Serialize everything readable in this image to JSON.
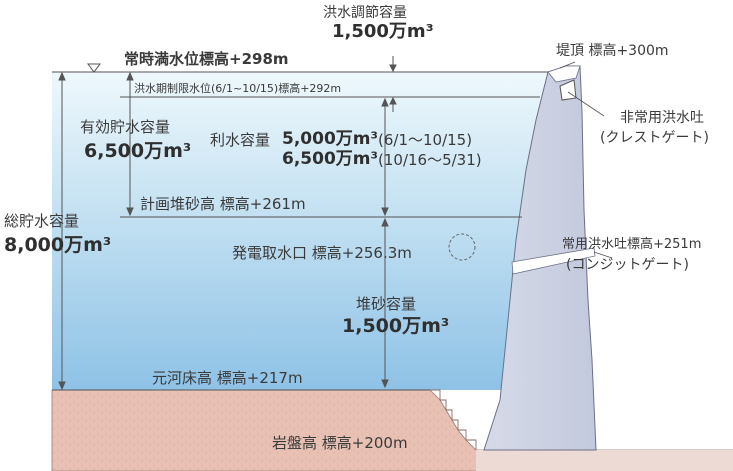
{
  "labels": {
    "flood_control_title": "洪水調節容量",
    "flood_control_value": "1,500万m³",
    "normal_water_level": "常時満水位標高+298m",
    "flood_season_limit_level": "洪水期制限水位(6/1~10/15)標高+292m",
    "crest": "堤頂 標高+300m",
    "effective_storage_title": "有効貯水容量",
    "effective_storage_value": "6,500万m³",
    "water_use_title": "利水容量",
    "water_use_value_1": "5,000万m³",
    "water_use_period_1": "(6/1～10/15)",
    "water_use_value_2": "6,500万m³",
    "water_use_period_2": "(10/16～5/31)",
    "emergency_spillway_title": "非常用洪水吐",
    "emergency_spillway_sub": "(クレストゲート)",
    "planned_sediment_level": "計画堆砂高 標高+261m",
    "total_storage_title": "総貯水容量",
    "total_storage_value": "8,000万m³",
    "regular_spillway_title": "常用洪水吐標高+251m",
    "regular_spillway_sub": "(コンジットゲート)",
    "power_intake": "発電取水口 標高+256.3m",
    "sediment_title": "堆砂容量",
    "sediment_value": "1,500万m³",
    "original_riverbed": "元河床高 標高+217m",
    "bedrock": "岩盤高 標高+200m"
  },
  "colors": {
    "water_top": "#e8f5fb",
    "water_mid": "#cfe7f5",
    "water_bottom": "#8fc4e7",
    "dam_body": "#d7dbe8",
    "dam_shadow": "#b8bfd6",
    "bedrock_fill": "#e7bfb2",
    "bedrock_stroke": "#9a7a72",
    "line": "#555555",
    "text": "#333333"
  },
  "icons": {
    "water_level_marker": "inverted-triangle-icon",
    "spillway_gate": "gate-icon",
    "intake": "dashed-circle-icon"
  }
}
